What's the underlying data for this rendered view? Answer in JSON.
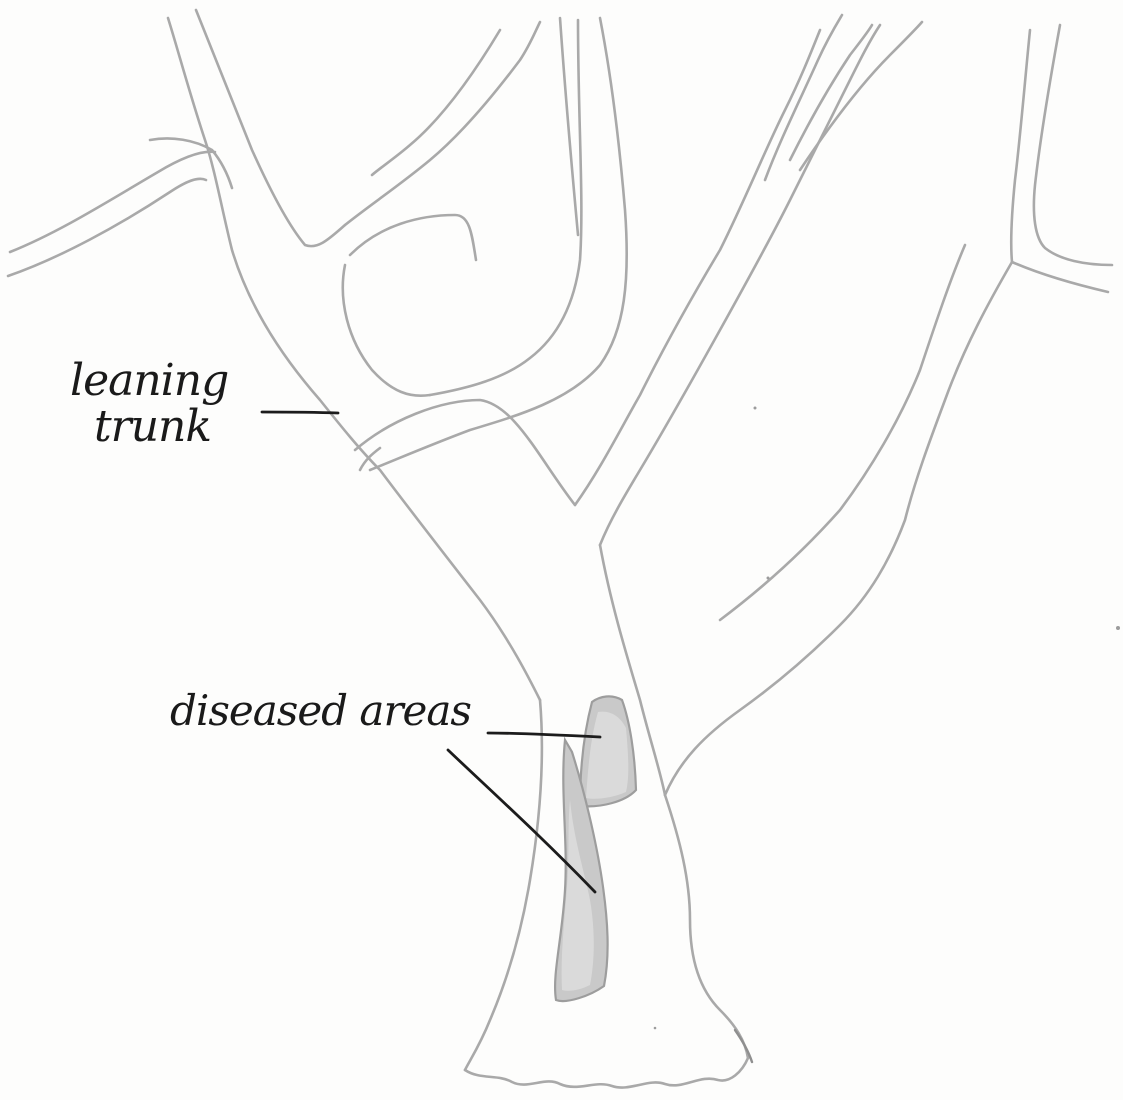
{
  "labels": {
    "leaning_trunk_line1": "leaning",
    "leaning_trunk_line2": "trunk",
    "diseased_areas": "diseased areas"
  },
  "colors": {
    "pencil": "#a9a9a9",
    "ink": "#1c1c1c",
    "shading": "#c9c9c9",
    "paper": "#fdfdfc"
  }
}
